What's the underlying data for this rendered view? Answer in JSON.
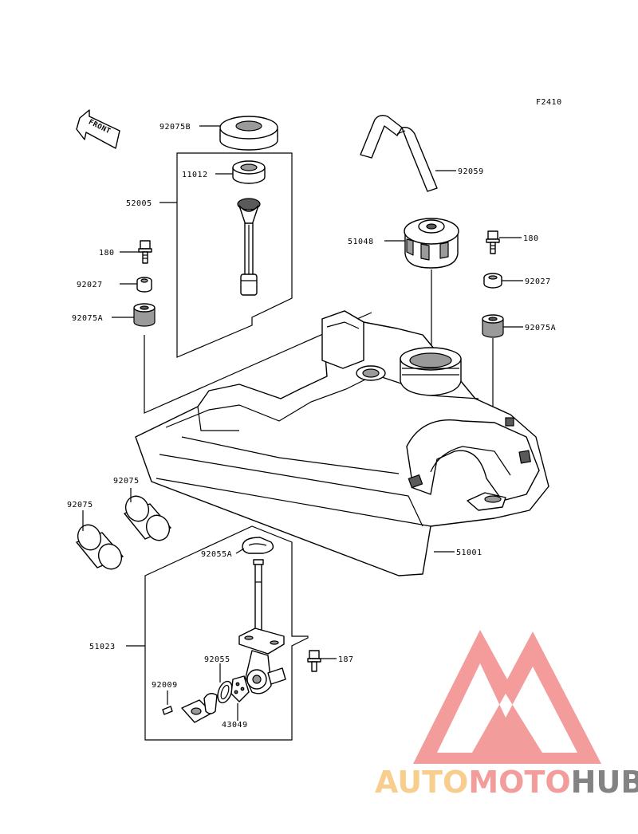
{
  "figure_code": "F2410",
  "front_label": "FRONT",
  "parts": {
    "p92075B": "92075B",
    "p11012": "11012",
    "p52005": "52005",
    "p180_left": "180",
    "p92027_left": "92027",
    "p92075A_left": "92075A",
    "p92059": "92059",
    "p51048": "51048",
    "p180_right": "180",
    "p92027_right": "92027",
    "p92075A_right": "92075A",
    "p92075_a": "92075",
    "p92075_b": "92075",
    "p51001": "51001",
    "p92055A": "92055A",
    "p51023": "51023",
    "p187": "187",
    "p92055": "92055",
    "p92009": "92009",
    "p43049": "43049"
  },
  "watermark": {
    "part1": "AUTO",
    "part2": "MOTO",
    "part3": "HUB",
    "color1": "#f6c67a",
    "color2": "#f28b8b",
    "color3": "#6e6e6e",
    "logo_color": "#f28b8b"
  }
}
